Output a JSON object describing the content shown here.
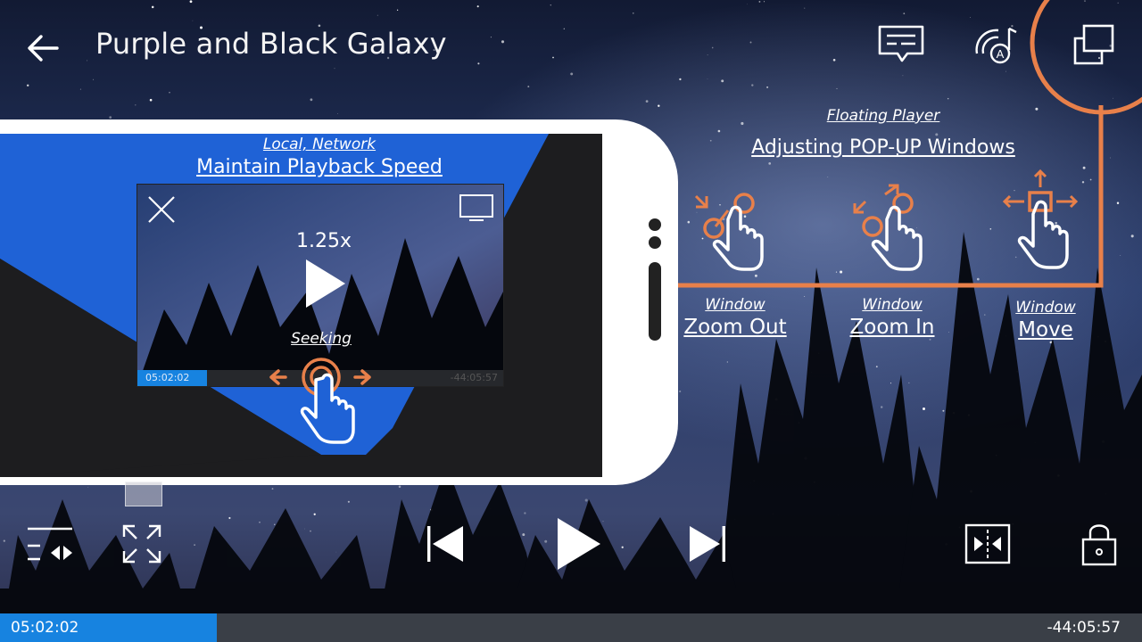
{
  "header": {
    "title": "Purple and Black Galaxy",
    "back_icon": "back-arrow-icon",
    "subtitle_icon": "subtitle-icon",
    "audio_icon": "audio-track-icon",
    "popup_icon": "popup-window-icon"
  },
  "tutorial": {
    "left_caption_small": "Local, Network",
    "left_caption_big": "Maintain Playback Speed",
    "popup_speed": "1.25x",
    "popup_seek_label": "Seeking",
    "popup_time_current": "05:02:02",
    "popup_time_remaining": "-44:05:57",
    "right_caption_small": "Floating Player",
    "right_caption_big": "Adjusting POP-UP Windows",
    "gestures": [
      {
        "small": "Window",
        "big": "Zoom Out"
      },
      {
        "small": "Window",
        "big": "Zoom In"
      },
      {
        "small": "Window",
        "big": "Move"
      }
    ],
    "accent_color": "#e8804a",
    "blue_color": "#1f62d6"
  },
  "controls": {
    "playlist_icon": "playlist-icon",
    "fullscreen_icon": "fullscreen-icon",
    "prev_icon": "previous-icon",
    "play_icon": "play-icon",
    "next_icon": "next-icon",
    "ab_repeat_icon": "ab-repeat-icon",
    "lock_icon": "lock-icon"
  },
  "progress": {
    "current": "05:02:02",
    "remaining": "-44:05:57",
    "fraction": 0.19
  }
}
